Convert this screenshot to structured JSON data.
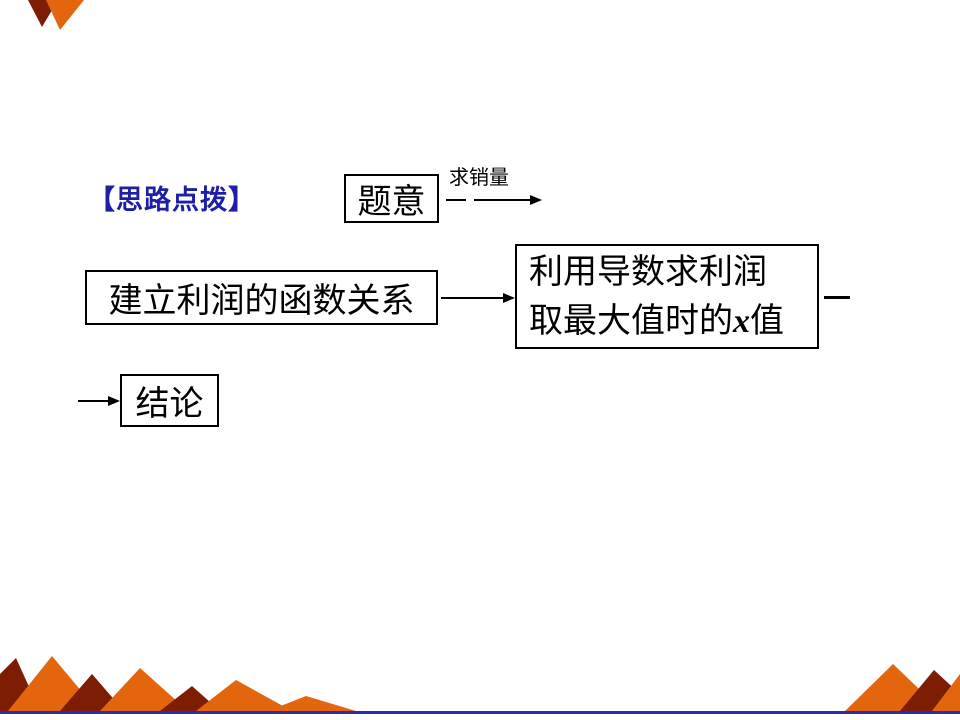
{
  "slide": {
    "intro_label": "【思路点拨】",
    "flow": {
      "box_topic": "题意",
      "arrow_label": "求销量",
      "box_build": "建立利润的函数关系",
      "box_derive": {
        "line1": "利用导数求利润",
        "line2_pre": "取最大值时的",
        "var": "x",
        "line2_post": "值"
      },
      "box_conclusion": "结论"
    },
    "colors": {
      "intro_blue": "#1F1FA6",
      "accent_orange": "#E3650E",
      "accent_maroon": "#7C1D04",
      "footer_blue": "#2B2BB4",
      "box_border": "#000000"
    }
  }
}
